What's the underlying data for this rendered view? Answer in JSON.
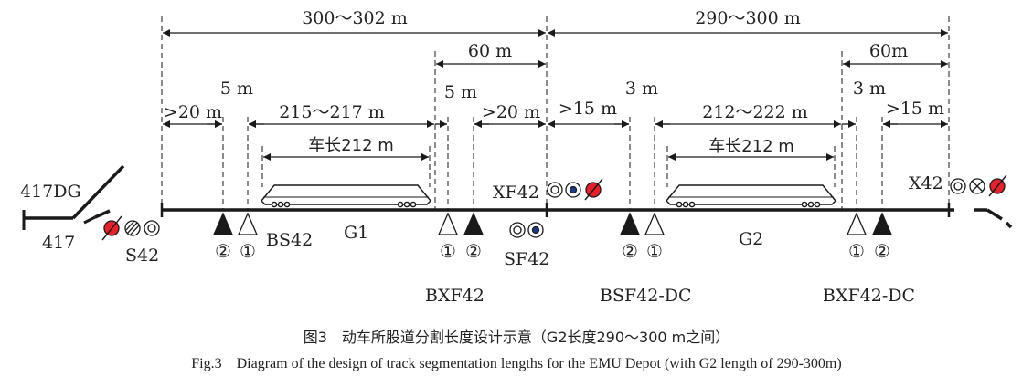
{
  "dimensions": {
    "top_left": "300～302 m",
    "top_right": "290～300 m",
    "g1_gt20": ">20 m",
    "g1_5m_left": "5 m",
    "g1_length": "215～217 m",
    "g1_train": "车长212 m",
    "g1_5m_right": "5 m",
    "g1_60m": "60 m",
    "g1_gt20_right": ">20 m",
    "g2_gt15": ">15 m",
    "g2_3m_left": "3 m",
    "g2_length": "212～222 m",
    "g2_train": "车长212 m",
    "g2_60m": "60m",
    "g2_3m_right": "3 m",
    "g2_gt15_right": ">15 m"
  },
  "labels": {
    "switch_417dg": "417DG",
    "switch_417": "417",
    "s42": "S42",
    "bs42": "BS42",
    "g1": "G1",
    "xf42": "XF42",
    "sf42": "SF42",
    "bxf42": "BXF42",
    "bsf42_dc": "BSF42-DC",
    "g2": "G2",
    "x42": "X42",
    "bxf42_dc": "BXF42-DC",
    "circled_1": "①",
    "circled_2": "②"
  },
  "colors": {
    "red_lamp": "#e8202a",
    "blue_lamp": "#1a3a8a",
    "line": "#1a1a1a"
  },
  "caption": {
    "cn": "图3　动车所股道分割长度设计示意（G2长度290～300 m之间）",
    "en": "Fig.3　Diagram of the design of track segmentation lengths for the EMU Depot (with G2 length of 290-300m)"
  }
}
